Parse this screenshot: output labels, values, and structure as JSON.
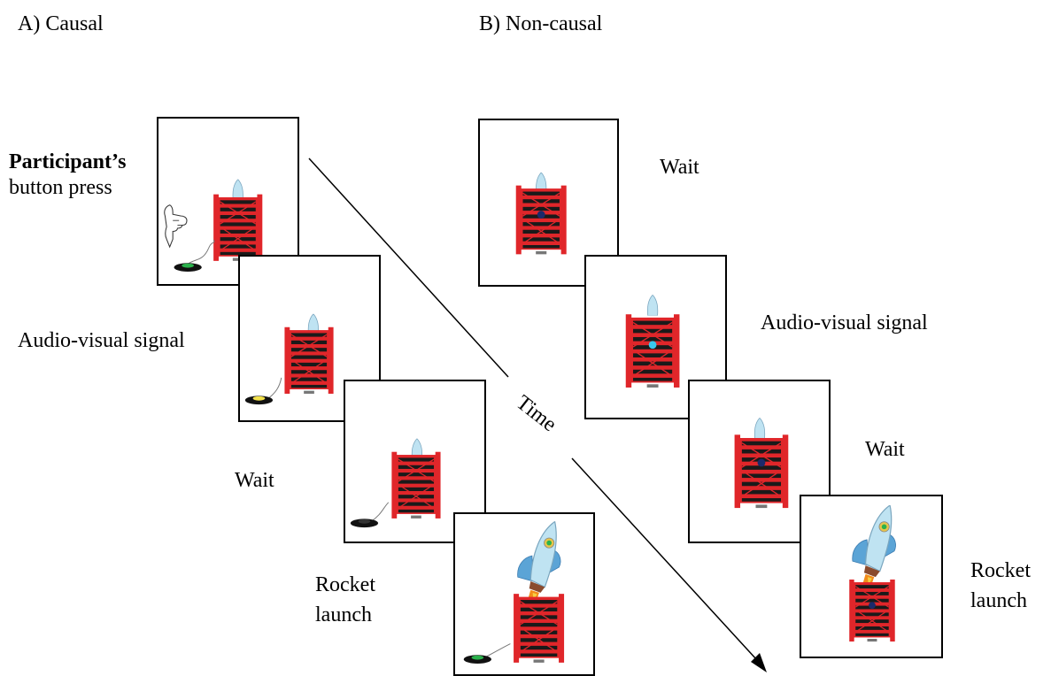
{
  "panel_a": {
    "title": "A) Causal",
    "label_press_bold": "Participant’s",
    "label_press_rest": "button press",
    "label_signal": "Audio-visual signal",
    "label_wait": "Wait",
    "label_launch_1": "Rocket",
    "label_launch_2": "launch"
  },
  "panel_b": {
    "title": "B)  Non-causal",
    "label_wait_1": "Wait",
    "label_signal": "Audio-visual signal",
    "label_wait_2": "Wait",
    "label_launch_1": "Rocket",
    "label_launch_2": "launch"
  },
  "time_axis": {
    "label": "Time"
  },
  "colors": {
    "cage_red": "#e0262a",
    "cage_bars": "#1a1a1a",
    "rocket_body": "#bfe3f2",
    "button_green": "#2bb24c",
    "button_yellow": "#f2e14c",
    "light_dark": "#1b2a6b",
    "light_cyan": "#38c8ee"
  }
}
